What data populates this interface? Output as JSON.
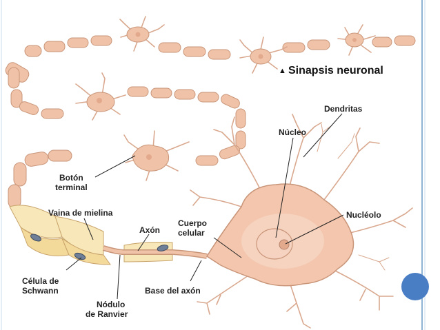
{
  "title": "Sinapsis neuronal",
  "title_marker": "▲",
  "labels": {
    "dendritas": "Dendritas",
    "nucleo": "Núcleo",
    "nucleolo": "Nucléolo",
    "cuerpo_celular_1": "Cuerpo",
    "cuerpo_celular_2": "celular",
    "axon": "Axón",
    "vaina_mielina": "Vaina de mielina",
    "boton_terminal_1": "Botón",
    "boton_terminal_2": "terminal",
    "celula_schwann_1": "Célula de",
    "celula_schwann_2": "Schwann",
    "nodulo_ranvier_1": "Nódulo",
    "nodulo_ranvier_2": "de Ranvier",
    "base_axon": "Base del axón"
  },
  "colors": {
    "cell_body": "#f3c6ad",
    "cell_body_light": "#f9dccb",
    "myelin": "#f7e7b9",
    "myelin_stroke": "#c9a46b",
    "axon_segment": "#f0c3a8",
    "dendrite": "#d9a88e",
    "schwann_nucleus": "#6f7f98",
    "frame_border": "#8fb3d3",
    "accent_dot": "#4a7ec4"
  }
}
